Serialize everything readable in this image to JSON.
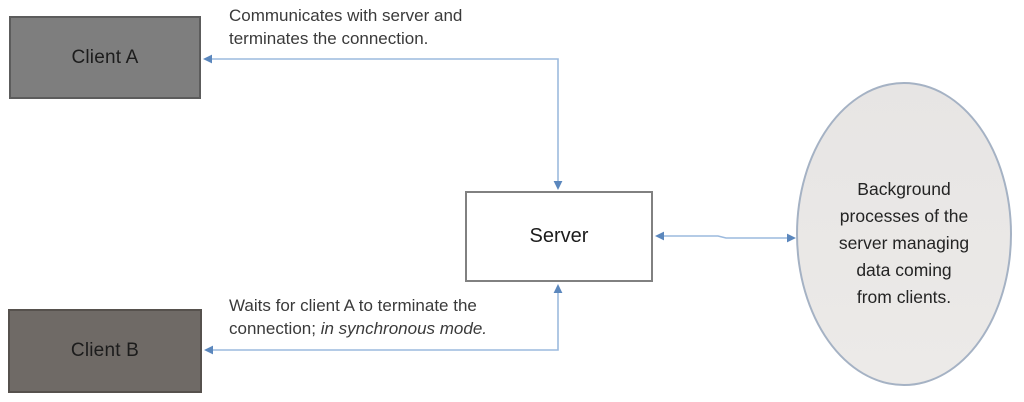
{
  "nodes": {
    "client_a": {
      "label": "Client A"
    },
    "client_b": {
      "label": "Client B"
    },
    "server": {
      "label": "Server"
    },
    "background_processes": {
      "label": "Background processes of the server managing data coming from clients."
    }
  },
  "annotations": {
    "top": {
      "line1": "Communicates with server and",
      "line2": "terminates the connection."
    },
    "bottom": {
      "line1": "Waits for client A to terminate the",
      "line2_regular": "connection; ",
      "line2_italic": "in synchronous mode."
    }
  },
  "colors": {
    "background": "#ffffff",
    "client_a_fill": "#7e7e7e",
    "client_a_border": "#5c5c5c",
    "client_b_fill": "#6f6a66",
    "client_b_border": "#56514d",
    "server_fill": "#ffffff",
    "server_border": "#818181",
    "ellipse_fill": "#e9e7e5",
    "ellipse_border": "#a5b2c4",
    "connector_line": "#9cbade",
    "arrowhead": "#5b87bd",
    "annotation_text": "#3a3a3a",
    "node_text": "#1c1c1c"
  }
}
